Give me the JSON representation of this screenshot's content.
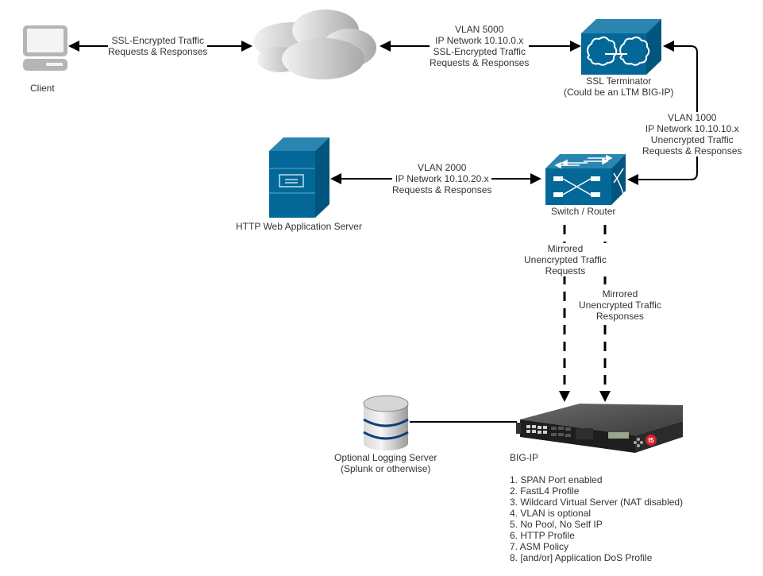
{
  "nodes": {
    "client": {
      "label": "Client",
      "icon": "computer-icon"
    },
    "internet": {
      "icon": "cloud-icon"
    },
    "ssl_terminator": {
      "label_line1": "SSL Terminator",
      "label_line2": "(Could be an LTM BIG-IP)",
      "icon": "router-cube-icon"
    },
    "switch_router": {
      "label": "Switch / Router",
      "icon": "switch-cube-icon"
    },
    "web_server": {
      "label": "HTTP Web Application Server",
      "icon": "server-tower-icon"
    },
    "logging_server": {
      "label_line1": "Optional Logging Server",
      "label_line2": "(Splunk or otherwise)",
      "icon": "database-icon"
    },
    "bigip": {
      "label": "BIG-IP",
      "icon": "bigip-appliance-icon"
    }
  },
  "edges": {
    "client_cloud": {
      "lines": [
        "SSL-Encrypted Traffic",
        "Requests & Responses"
      ]
    },
    "cloud_ssl": {
      "lines": [
        "VLAN 5000",
        "IP Network 10.10.0.x",
        "SSL-Encrypted Traffic",
        "Requests & Responses"
      ]
    },
    "ssl_switch": {
      "lines": [
        "VLAN 1000",
        "IP Network 10.10.10.x",
        "Unencrypted Traffic",
        "Requests & Responses"
      ]
    },
    "switch_server": {
      "lines": [
        "VLAN 2000",
        "IP Network 10.10.20.x",
        "Requests & Responses"
      ]
    },
    "mirror_requests": {
      "lines": [
        "Mirrored",
        "Unencrypted Traffic",
        "Requests"
      ]
    },
    "mirror_responses": {
      "lines": [
        "Mirrored",
        "Unencrypted Traffic",
        "Responses"
      ]
    }
  },
  "bigip_config": [
    "1. SPAN Port enabled",
    "2. FastL4 Profile",
    "3. Wildcard Virtual Server (NAT disabled)",
    "4. VLAN is optional",
    "5. No Pool, No Self IP",
    "6. HTTP Profile",
    "7. ASM Policy",
    "8. [and/or] Application DoS Profile"
  ],
  "colors": {
    "device_blue": "#036897",
    "device_blue_dark": "#02557c",
    "device_blue_light": "#2a86b0",
    "line": "#000000",
    "db_band": "#0b3f7a"
  }
}
